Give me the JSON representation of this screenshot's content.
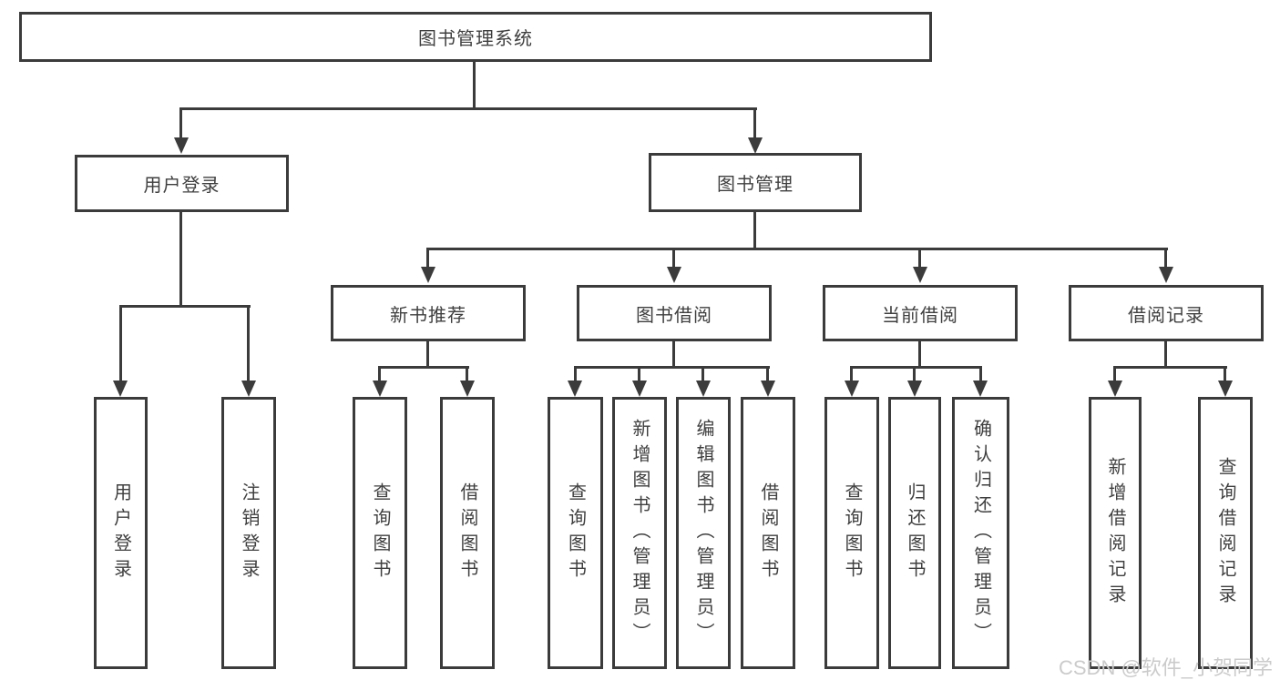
{
  "colors": {
    "line": "#3b3b3b",
    "text": "#3f3f3f",
    "watermark": "#cbcbcb",
    "background": "#ffffff"
  },
  "nodes": {
    "root": "图书管理系统",
    "level2": {
      "user_login": "用户登录",
      "book_mgmt": "图书管理"
    },
    "level3": {
      "new_book": "新书推荐",
      "book_borrow": "图书借阅",
      "current_borrow": "当前借阅",
      "borrow_record": "借阅记录"
    },
    "leaves": {
      "login": "用户登录",
      "logout": "注销登录",
      "newbook_query": "查询图书",
      "newbook_borrow": "借阅图书",
      "borrow_query": "查询图书",
      "borrow_add": "新增图书（管理员）",
      "borrow_edit": "编辑图书（管理员）",
      "borrow_borrow": "借阅图书",
      "current_query": "查询图书",
      "current_return": "归还图书",
      "current_confirm": "确认归还（管理员）",
      "record_add": "新增借阅记录",
      "record_query": "查询借阅记录"
    }
  },
  "watermark": "CSDN @软件_小贺同学"
}
